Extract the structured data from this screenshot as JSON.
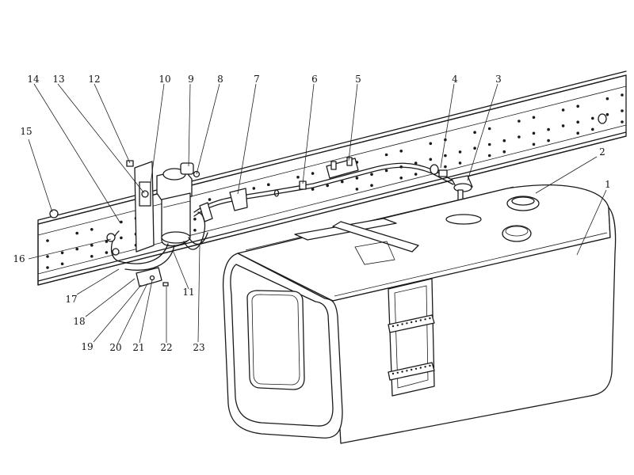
{
  "callouts": [
    {
      "id": "1",
      "text": "1"
    },
    {
      "id": "2",
      "text": "2"
    },
    {
      "id": "3",
      "text": "3"
    },
    {
      "id": "4",
      "text": "4"
    },
    {
      "id": "5",
      "text": "5"
    },
    {
      "id": "6",
      "text": "6"
    },
    {
      "id": "7",
      "text": "7"
    },
    {
      "id": "8",
      "text": "8"
    },
    {
      "id": "9",
      "text": "9"
    },
    {
      "id": "10",
      "text": "10"
    },
    {
      "id": "11",
      "text": "11"
    },
    {
      "id": "12",
      "text": "12"
    },
    {
      "id": "13",
      "text": "13"
    },
    {
      "id": "14",
      "text": "14"
    },
    {
      "id": "15",
      "text": "15"
    },
    {
      "id": "16",
      "text": "16"
    },
    {
      "id": "17",
      "text": "17"
    },
    {
      "id": "18",
      "text": "18"
    },
    {
      "id": "19",
      "text": "19"
    },
    {
      "id": "20",
      "text": "20"
    },
    {
      "id": "21",
      "text": "21"
    },
    {
      "id": "22",
      "text": "22"
    },
    {
      "id": "23",
      "text": "23"
    }
  ],
  "colors": {
    "ink": "#1a1a1a",
    "background": "#ffffff"
  }
}
